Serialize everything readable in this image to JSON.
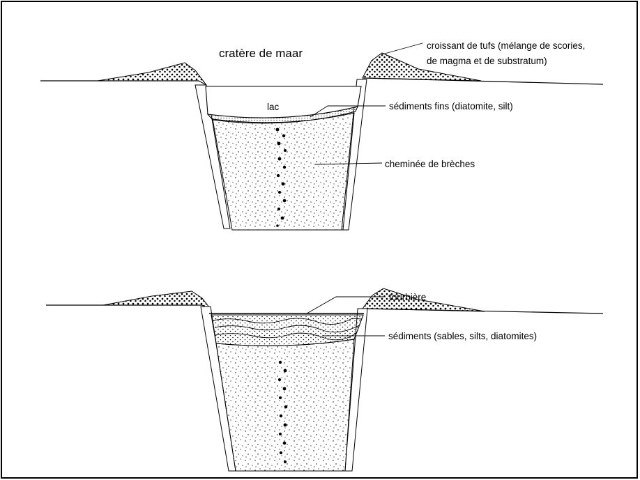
{
  "labels": {
    "crater": "cratère de maar",
    "lake": "lac",
    "tuff_crescent_line1": "croissant de tufs (mélange de scories,",
    "tuff_crescent_line2": "de magma et de substratum)",
    "fine_sediments": "sédiments fins (diatomite, silt)",
    "breccia_chimney": "cheminée de brèches",
    "peat_bog": "tourbière",
    "sediments": "sédiments (sables, silts, diatomites)"
  },
  "colors": {
    "ink": "#000000",
    "background": "#ffffff"
  }
}
